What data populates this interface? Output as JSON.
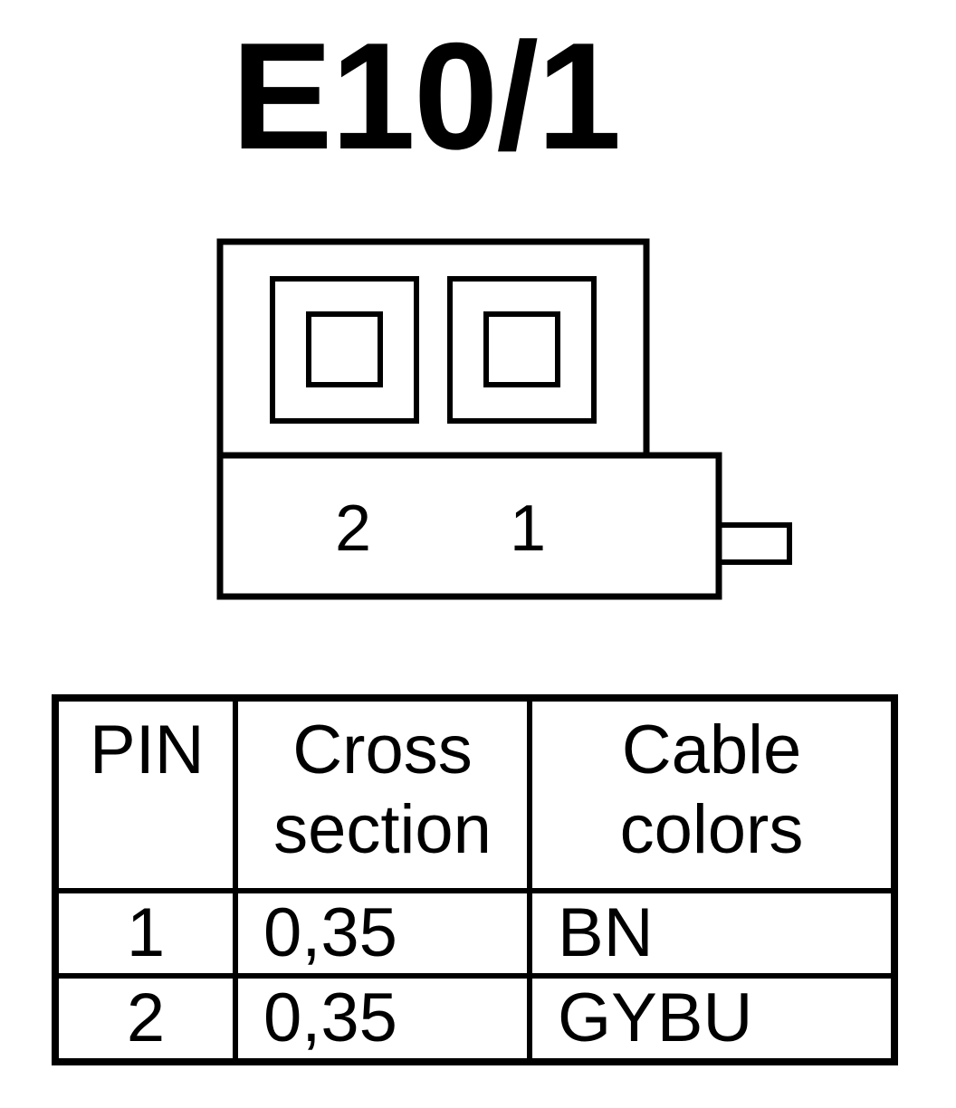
{
  "title": "E10/1",
  "connector": {
    "pin_labels": [
      "2",
      "1"
    ]
  },
  "table": {
    "headers": {
      "pin": "PIN",
      "cross_line1": "Cross",
      "cross_line2": "section",
      "color_line1": "Cable",
      "color_line2": "colors"
    },
    "rows": [
      {
        "pin": "1",
        "cross_section": "0,35",
        "color": "BN"
      },
      {
        "pin": "2",
        "cross_section": "0,35",
        "color": "GYBU"
      }
    ]
  }
}
